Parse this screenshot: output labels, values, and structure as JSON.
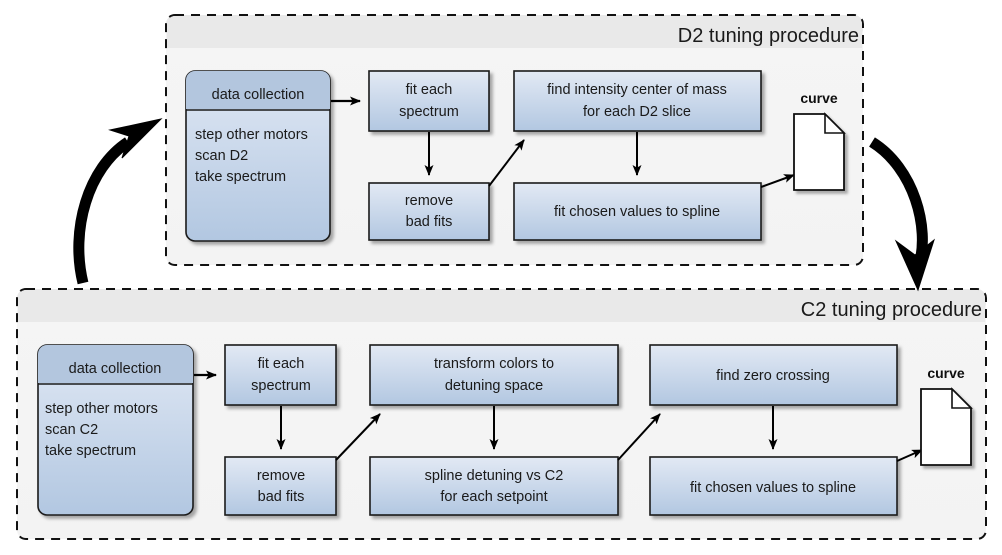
{
  "diagram": {
    "title_d2": "D2 tuning procedure",
    "title_c2": "C2 tuning procedure",
    "colors": {
      "container_fill": "#f4f4f4",
      "container_header_fill": "#e9e9e9",
      "container_border": "#111111",
      "node_fill_top": "#dfe7f3",
      "node_fill_bottom": "#b4c8e2",
      "node_header_fill": "#b3c6de",
      "node_border": "#1a1a1a",
      "arrow_color": "#000000",
      "doc_fill": "#ffffff",
      "page_background": "#ffffff"
    }
  },
  "d2_procedure": {
    "title": "D2 tuning procedure",
    "data_collection": {
      "header": "data collection",
      "lines": [
        "step other motors",
        "scan D2",
        "take spectrum"
      ]
    },
    "nodes": [
      {
        "id": "fit-each-spectrum",
        "lines": [
          "fit each",
          "spectrum"
        ]
      },
      {
        "id": "remove-bad-fits",
        "lines": [
          "remove",
          "bad fits"
        ]
      },
      {
        "id": "find-intensity-center-of-mass",
        "lines": [
          "find intensity center of mass",
          "for each D2 slice"
        ]
      },
      {
        "id": "fit-chosen-values-to-spline",
        "lines": [
          "fit chosen values to spline"
        ]
      }
    ],
    "output_document": {
      "label": "curve"
    }
  },
  "c2_procedure": {
    "title": "C2 tuning procedure",
    "data_collection": {
      "header": "data collection",
      "lines": [
        "step other motors",
        "scan C2",
        "take spectrum"
      ]
    },
    "nodes": [
      {
        "id": "fit-each-spectrum",
        "lines": [
          "fit each",
          "spectrum"
        ]
      },
      {
        "id": "remove-bad-fits",
        "lines": [
          "remove",
          "bad fits"
        ]
      },
      {
        "id": "transform-colors-to-detuning-space",
        "lines": [
          "transform colors to",
          "detuning space"
        ]
      },
      {
        "id": "spline-detuning-vs-c2",
        "lines": [
          "spline detuning vs C2",
          "for each setpoint"
        ]
      },
      {
        "id": "find-zero-crossing",
        "lines": [
          "find zero crossing"
        ]
      },
      {
        "id": "fit-chosen-values-to-spline",
        "lines": [
          "fit chosen values to spline"
        ]
      }
    ],
    "output_document": {
      "label": "curve"
    }
  }
}
